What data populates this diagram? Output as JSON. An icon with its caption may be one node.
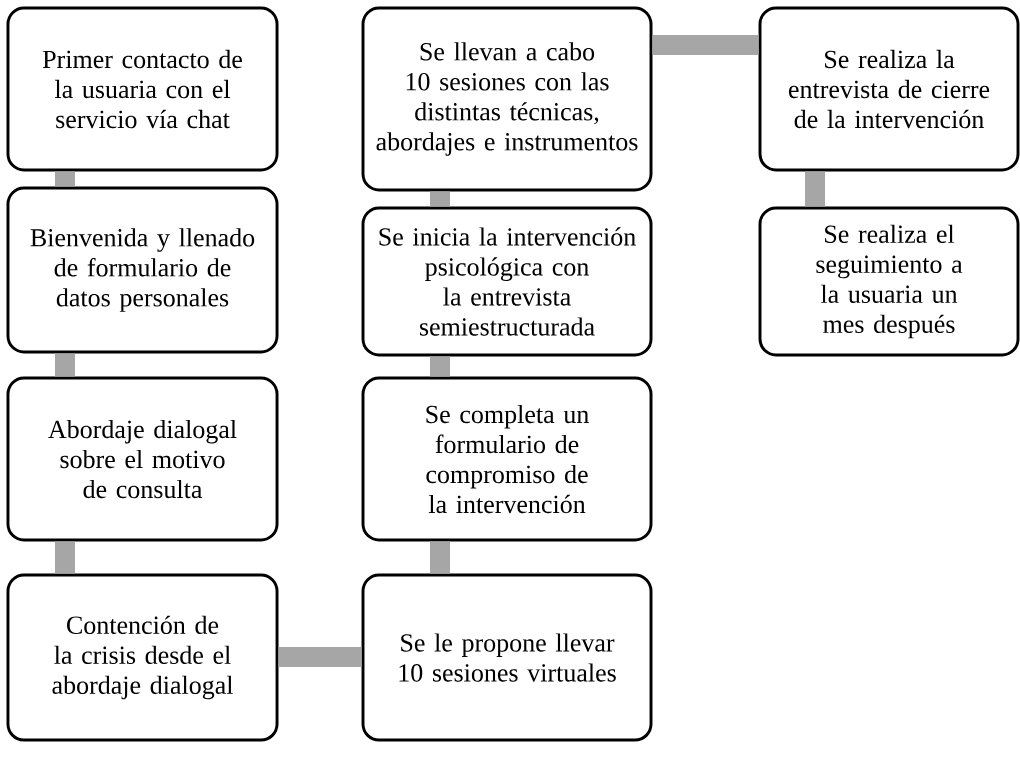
{
  "diagram": {
    "nodes": [
      {
        "text": [
          "Primer contacto de la usuaria con el servicio vía chat"
        ]
      },
      {
        "text": [
          "Bienvenida y llenado de formulario de datos personales"
        ]
      },
      {
        "text": [
          "Abordaje dialogal sobre el motivo de consulta"
        ]
      },
      {
        "text": [
          "Contención de la crisis desde el abordaje dialogal"
        ]
      },
      {
        "text": [
          "Se le propone llevar 10 sesiones virtuales"
        ]
      },
      {
        "text": [
          "Se completa un formulario de compromiso de la intervención"
        ]
      },
      {
        "text": [
          "Se inicia la intervención psicológica con la entrevista semiestructurada"
        ]
      },
      {
        "text": [
          "Se llevan a cabo 10 sesiones con las distintas técnicas, abordajes e instrumentos"
        ]
      },
      {
        "text": [
          "Se realiza la entrevista de cierre de la intervención"
        ]
      },
      {
        "text": [
          "Se realiza el seguimiento a la usuaria un mes después"
        ]
      }
    ],
    "edges": [
      {
        "from": 0,
        "to": 1,
        "arrow": "none"
      },
      {
        "from": 1,
        "to": 2,
        "arrow": "none"
      },
      {
        "from": 2,
        "to": 3,
        "arrow": "none"
      },
      {
        "from": 3,
        "to": 4,
        "arrow": "none"
      },
      {
        "from": 4,
        "to": 5,
        "arrow": "none"
      },
      {
        "from": 5,
        "to": 6,
        "arrow": "none"
      },
      {
        "from": 6,
        "to": 7,
        "arrow": "none"
      },
      {
        "from": 7,
        "to": 8,
        "arrow": "none"
      },
      {
        "from": 8,
        "to": 9,
        "arrow": "none"
      }
    ]
  }
}
